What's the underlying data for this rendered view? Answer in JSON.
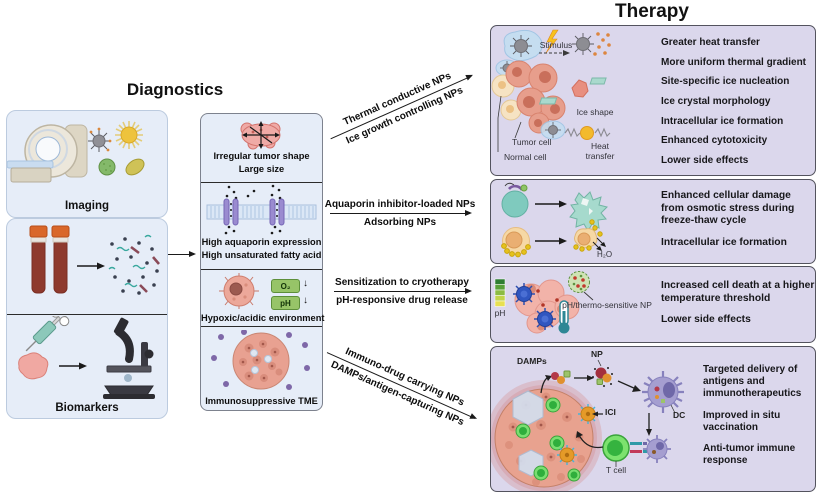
{
  "titles": {
    "diagnostics": "Diagnostics",
    "therapy": "Therapy"
  },
  "colors": {
    "panel_blue": "#e6edf8",
    "panel_purple": "#dbd7ec",
    "badge_green": "#97c468",
    "arrow": "#1a1a1a"
  },
  "diagnostics": {
    "imaging_label": "Imaging",
    "biomarkers_label": "Biomarkers",
    "features": [
      {
        "lines": [
          "Irregular tumor shape",
          "Large size"
        ]
      },
      {
        "lines": [
          "High aquaporin expression",
          "High unsaturated fatty acid"
        ]
      },
      {
        "lines": [
          "Hypoxic/acidic environment"
        ]
      },
      {
        "lines": [
          "Immunosuppressive TME"
        ]
      }
    ],
    "badges": {
      "o2": "O₂",
      "ph": "pH",
      "down": "↓"
    }
  },
  "np_arrows": [
    {
      "top": "Thermal conductive NPs",
      "bottom": "Ice growth controlling NPs"
    },
    {
      "top": "Aquaporin inhibitor-loaded NPs",
      "bottom": "Adsorbing NPs"
    },
    {
      "top": "Sensitization to cryotherapy",
      "bottom": "pH-responsive drug release"
    },
    {
      "top": "Immuno-drug carrying NPs",
      "bottom": "DAMPs/antigen-capturing NPs"
    }
  ],
  "therapy": {
    "panels": [
      {
        "labels": {
          "stimulus": "Stimulus",
          "ice_shape": "Ice shape",
          "tumor_cell": "Tumor cell",
          "normal_cell": "Normal cell",
          "heat_transfer": "Heat transfer"
        },
        "points": [
          "Greater heat transfer",
          "More uniform thermal gradient",
          "Site-specific ice nucleation",
          "Ice crystal morphology",
          "Intracellular ice formation",
          "Enhanced cytotoxicity",
          "Lower side effects"
        ]
      },
      {
        "labels": {
          "h2o": "H₂O"
        },
        "points": [
          "Enhanced cellular damage from osmotic stress during freeze-thaw cycle",
          "Intracellular ice formation"
        ]
      },
      {
        "labels": {
          "ph": "pH",
          "np": "pH/thermo-sensitive NP"
        },
        "points": [
          "Increased cell death at a higher temperature threshold",
          "Lower side effects"
        ]
      },
      {
        "labels": {
          "damps": "DAMPs",
          "np": "NP",
          "dc": "DC",
          "ici": "ICI",
          "t_cell": "T cell"
        },
        "points": [
          "Targeted delivery of antigens and immunotherapeutics",
          "Improved in situ vaccination",
          "Anti-tumor immune response"
        ]
      }
    ]
  }
}
